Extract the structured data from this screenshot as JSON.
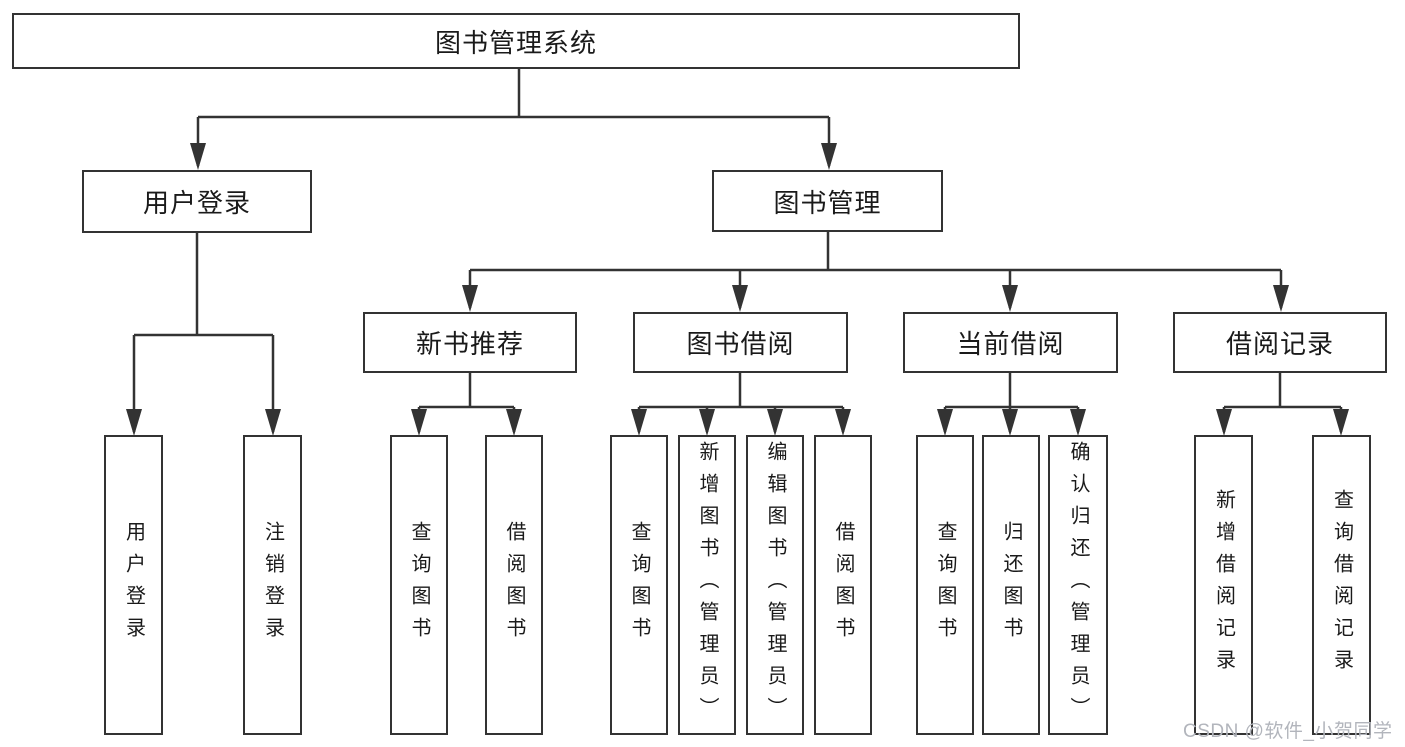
{
  "tree": {
    "root": {
      "label": "图书管理系统"
    },
    "children": [
      {
        "label": "用户登录",
        "children": [
          {
            "label": "用户登录"
          },
          {
            "label": "注销登录"
          }
        ]
      },
      {
        "label": "图书管理",
        "children": [
          {
            "label": "新书推荐",
            "children": [
              {
                "label": "查询图书"
              },
              {
                "label": "借阅图书"
              }
            ]
          },
          {
            "label": "图书借阅",
            "children": [
              {
                "label": "查询图书"
              },
              {
                "label": "新增图书（管理员）"
              },
              {
                "label": "编辑图书（管理员）"
              },
              {
                "label": "借阅图书"
              }
            ]
          },
          {
            "label": "当前借阅",
            "children": [
              {
                "label": "查询图书"
              },
              {
                "label": "归还图书"
              },
              {
                "label": "确认归还（管理员）"
              }
            ]
          },
          {
            "label": "借阅记录",
            "children": [
              {
                "label": "新增借阅记录"
              },
              {
                "label": "查询借阅记录"
              }
            ]
          }
        ]
      }
    ]
  },
  "watermark": {
    "text": "CSDN @软件_小贺同学"
  },
  "colors": {
    "line": "#333333",
    "box_border": "#333333",
    "label_text": "#1a1a1a",
    "watermark_text": "#b2b5bc",
    "background": "#ffffff"
  }
}
